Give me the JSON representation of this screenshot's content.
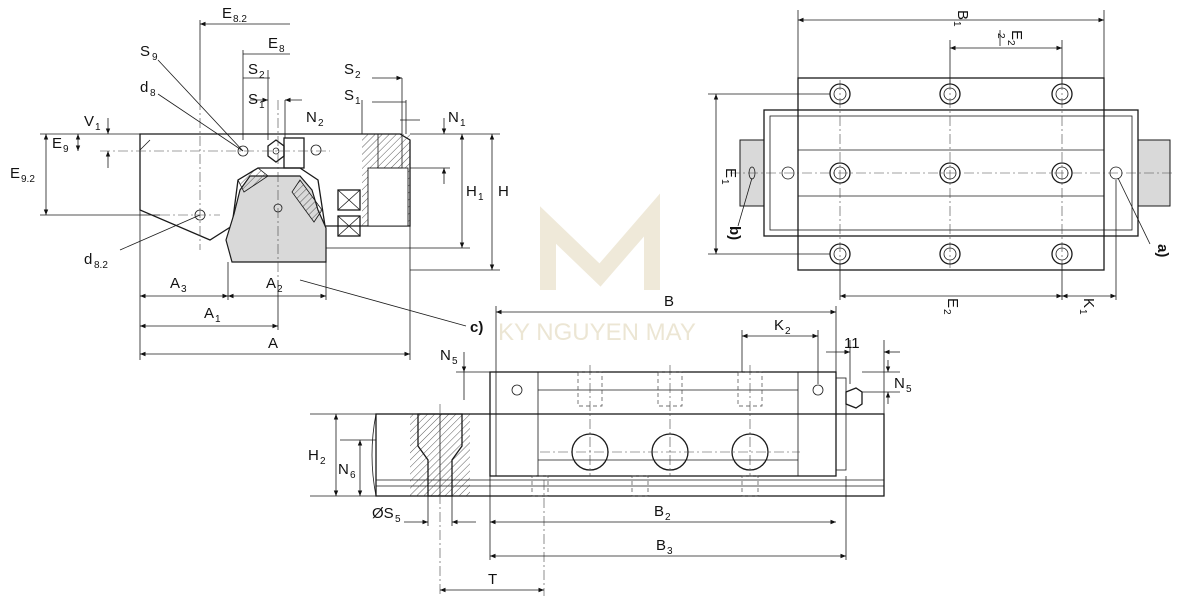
{
  "watermark": "KY NGUYEN MAY",
  "front_view": {
    "labels": {
      "E82": "E",
      "E82_sub": "8.2",
      "S9": "S",
      "S9_sub": "9",
      "E8": "E",
      "E8_sub": "8",
      "S2": "S",
      "S2_sub": "2",
      "d8": "d",
      "d8_sub": "8",
      "S1": "S",
      "S1_sub": "1",
      "V1": "V",
      "V1_sub": "1",
      "E9": "E",
      "E9_sub": "9",
      "E92": "E",
      "E92_sub": "9.2",
      "N2": "N",
      "N2_sub": "2",
      "S2r": "S",
      "S2r_sub": "2",
      "S1r": "S",
      "S1r_sub": "1",
      "N1": "N",
      "N1_sub": "1",
      "H1": "H",
      "H1_sub": "1",
      "H": "H",
      "d82": "d",
      "d82_sub": "8.2",
      "A3": "A",
      "A3_sub": "3",
      "A2": "A",
      "A2_sub": "2",
      "A1": "A",
      "A1_sub": "1",
      "A": "A",
      "c": "c)"
    }
  },
  "top_view": {
    "labels": {
      "B1": "B",
      "B1_sub": "1",
      "E2half": "E",
      "E2half_sub": "2",
      "E2half_den": "2",
      "E1": "E",
      "E1_sub": "1",
      "b": "b)",
      "a": "a)",
      "E2": "E",
      "E2_sub": "2",
      "K1": "K",
      "K1_sub": "1"
    }
  },
  "side_view": {
    "labels": {
      "B": "B",
      "K2": "K",
      "K2_sub": "2",
      "n11": "11",
      "N5": "N",
      "N5_sub": "5",
      "N5r": "N",
      "N5r_sub": "5",
      "H2": "H",
      "H2_sub": "2",
      "N6": "N",
      "N6_sub": "6",
      "S5": "ØS",
      "S5_sub": "5",
      "B2": "B",
      "B2_sub": "2",
      "B3": "B",
      "B3_sub": "3",
      "T": "T"
    }
  }
}
